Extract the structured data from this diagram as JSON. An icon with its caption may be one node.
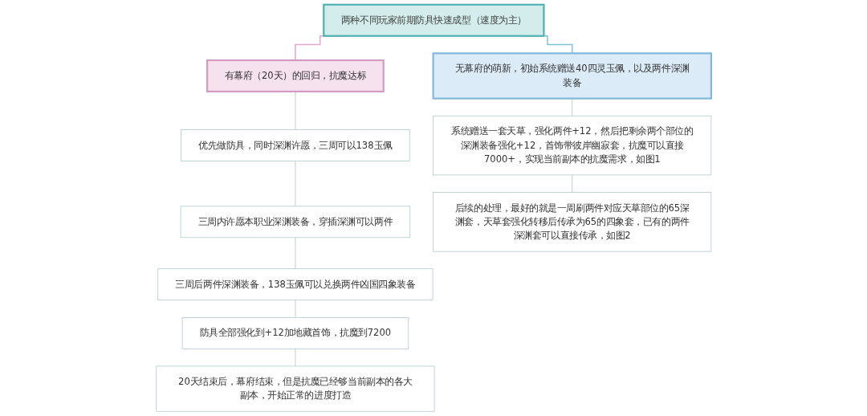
{
  "diagram": {
    "nodes": [
      {
        "text": [
          "两种不同玩家前期防具快速成型（速度为主）"
        ]
      },
      {
        "text": [
          "有幕府（20天）的回归，抗魔达标"
        ]
      },
      {
        "text": [
          "无幕府的萌新，初始系统赠送40四灵玉佩，以及两件深渊装备"
        ]
      },
      {
        "text": [
          "优先做防具，同时深渊许愿，三周可以138玉佩"
        ]
      },
      {
        "text": [
          "三周内许愿本职业深渊装备，穿插深渊可以两件"
        ]
      },
      {
        "text": [
          "三周后两件深渊装备，138玉佩可以兑换两件凶国四象装备"
        ]
      },
      {
        "text": [
          "防具全部强化到+12加地藏首饰，抗魔到7200"
        ]
      },
      {
        "text": [
          "20天结束后，幕府结束，但是抗魔已经够当前副本的各大副本，开始正常的进度打造"
        ]
      },
      {
        "text": [
          "系统赠送一套天草，强化两件+12，然后把剩余两个部位的深渊装备强化+12，首饰带彼岸幽寂套，抗魔可以直接7000+，实现当前副本的抗魔需求，如图1"
        ]
      },
      {
        "text": [
          "后续的处理，最好的就是一周刷两件对应天草部位的65深渊套，天草套强化转移后传承为65的四象套，已有的两件深渊套可以直接传承，如图2"
        ]
      }
    ],
    "edges": [
      {
        "from": 0,
        "to": 1,
        "arrow": "none",
        "color": "#e2a6cf"
      },
      {
        "from": 0,
        "to": 2,
        "arrow": "none",
        "color": "#7fc0dd"
      },
      {
        "from": 1,
        "to": 3,
        "arrow": "none"
      },
      {
        "from": 3,
        "to": 4,
        "arrow": "none"
      },
      {
        "from": 4,
        "to": 5,
        "arrow": "none"
      },
      {
        "from": 5,
        "to": 6,
        "arrow": "none"
      },
      {
        "from": 6,
        "to": 7,
        "arrow": "none"
      },
      {
        "from": 2,
        "to": 8,
        "arrow": "none"
      },
      {
        "from": 8,
        "to": 9,
        "arrow": "none"
      }
    ]
  }
}
